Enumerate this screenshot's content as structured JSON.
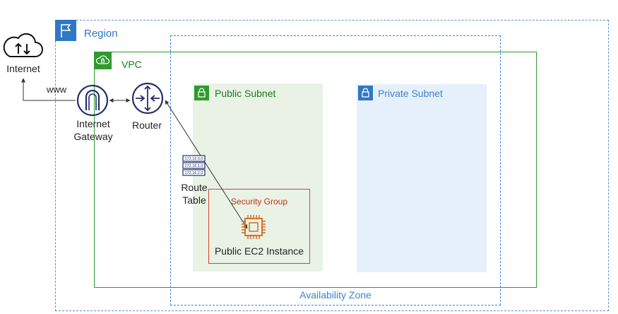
{
  "region": {
    "label": "Region"
  },
  "vpc": {
    "label": "VPC"
  },
  "public_subnet": {
    "label": "Public Subnet"
  },
  "private_subnet": {
    "label": "Private Subnet"
  },
  "availability_zone": {
    "label": "Availability Zone"
  },
  "internet": {
    "label": "Internet",
    "icon": "cloud-upload-download-icon"
  },
  "internet_gateway": {
    "label": "Internet Gateway",
    "icon": "internet-gateway-icon"
  },
  "router": {
    "label": "Router",
    "icon": "router-icon"
  },
  "route_table": {
    "label": "Route Table",
    "icon": "route-table-icon",
    "entries": [
      "172.16.0.0",
      "172.16.1.0",
      "172.16.2.0"
    ]
  },
  "security_group": {
    "label": "Security Group"
  },
  "ec2": {
    "label": "Public EC2 Instance",
    "icon": "ec2-chip-icon"
  },
  "connection": {
    "label": "www"
  },
  "colors": {
    "region": "#2f78c4",
    "vpc": "#2e9b2e",
    "public_subnet_bg": "#e9f2e5",
    "private_subnet_bg": "#e6f0fa",
    "security_group": "#d9452b",
    "ec2": "#d86613",
    "availability_zone": "#3b82d1",
    "icon_navy": "#232f6e"
  }
}
